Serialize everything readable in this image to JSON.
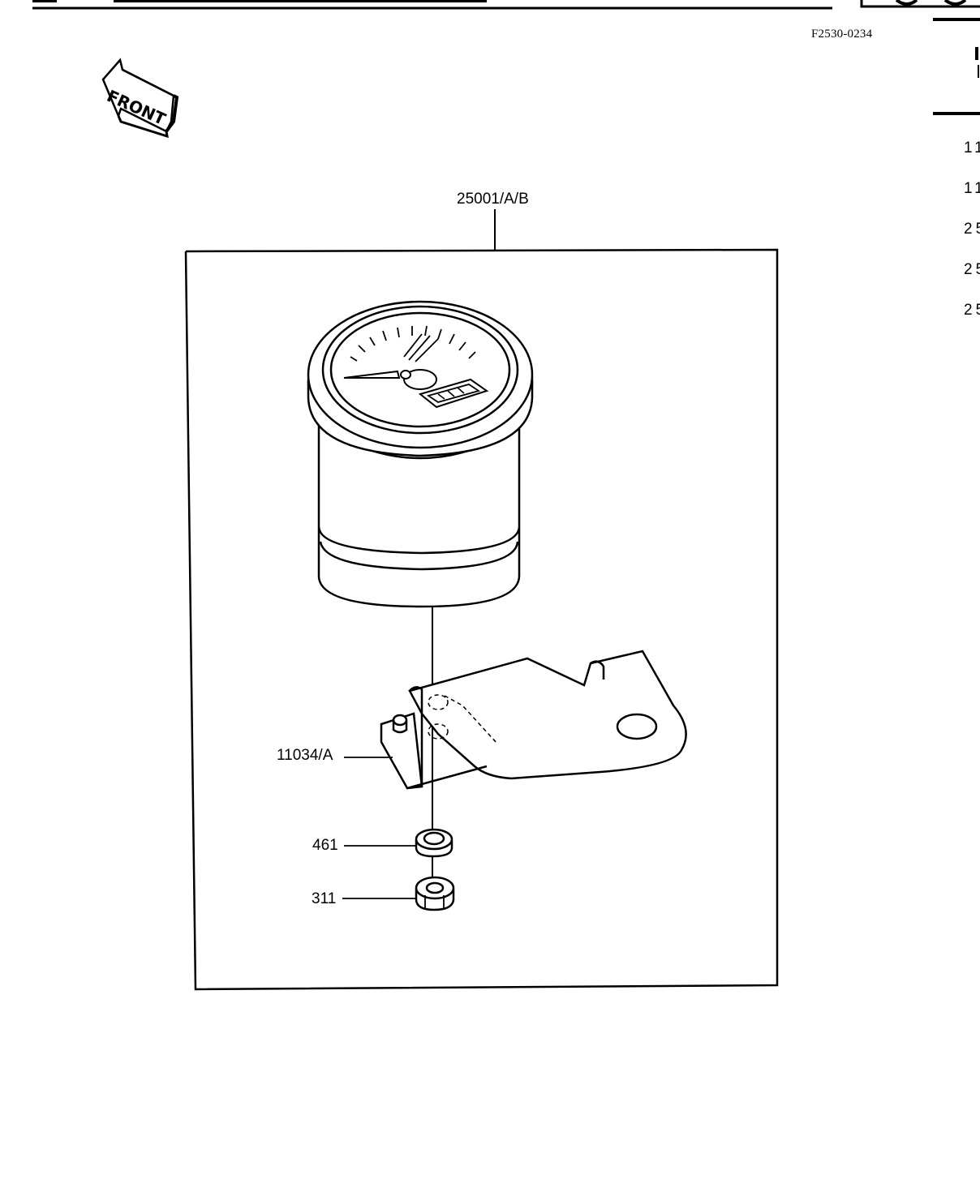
{
  "figure_code": "F2530-0234",
  "front_arrow_label": "FRONT",
  "callouts": {
    "meter_assembly": "25001/A/B",
    "bracket": "11034/A",
    "washer": "461",
    "nut": "311"
  },
  "side_list": {
    "items": [
      "11",
      "11",
      "25",
      "25",
      "25"
    ]
  },
  "colors": {
    "ink": "#000000",
    "paper": "#ffffff"
  }
}
